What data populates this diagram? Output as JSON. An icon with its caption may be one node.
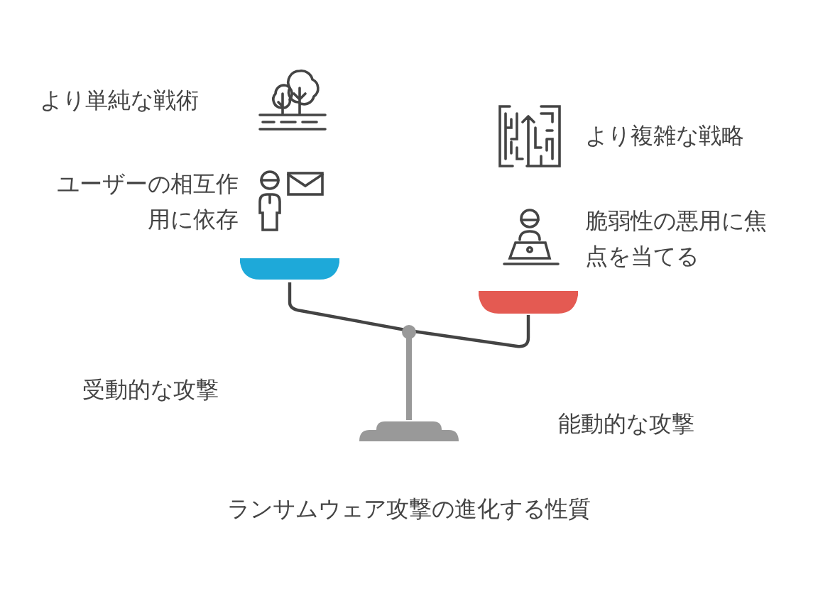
{
  "diagram": {
    "caption": "ランサムウェア攻撃の進化する性質",
    "labels": [
      "より単純な戦術",
      "より複雑な戦略",
      "ユーザーの相互作用に依存",
      "脆弱性の悪用に焦点を当てる",
      "受動的な攻撃",
      "能動的な攻撃"
    ]
  }
}
